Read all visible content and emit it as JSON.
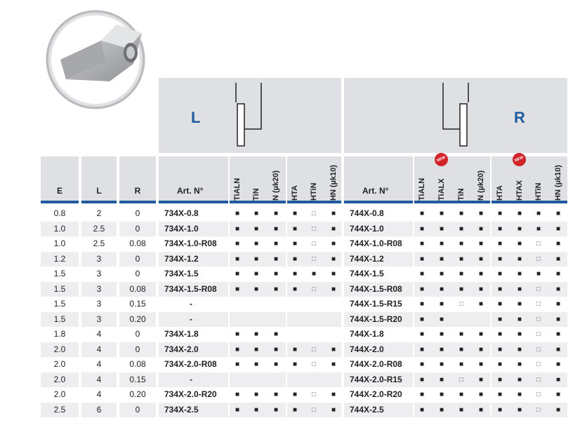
{
  "columns": {
    "e": "E",
    "l": "L",
    "r": "R",
    "art_left": "Art. N°",
    "art_right": "Art. N°"
  },
  "panels": {
    "left_letter": "L",
    "right_letter": "R"
  },
  "coatings_left": [
    "TiALN",
    "TiN",
    "N (µk20)",
    "HTA",
    "HTiN",
    "HN (µk10)"
  ],
  "coatings_right": [
    "TiALN",
    "TiALX",
    "TiN",
    "N (µk20)",
    "HTA",
    "HTAX",
    "HTiN",
    "HN (µk10)"
  ],
  "new_badge": "NEW",
  "marks": {
    "filled": "■",
    "open": "□"
  },
  "rows": [
    {
      "e": "0.8",
      "l": "2",
      "r": "0",
      "art_l": "734X-0.8",
      "left": "FFFFOF",
      "art_r": "744X-0.8",
      "right": "FFFFFFFF"
    },
    {
      "e": "1.0",
      "l": "2.5",
      "r": "0",
      "art_l": "734X-1.0",
      "left": "FFFFOF",
      "art_r": "744X-1.0",
      "right": "FFFFFFFF"
    },
    {
      "e": "1.0",
      "l": "2.5",
      "r": "0.08",
      "art_l": "734X-1.0-R08",
      "left": "FFFFOF",
      "art_r": "744X-1.0-R08",
      "right": "FFFFFFOF"
    },
    {
      "e": "1.2",
      "l": "3",
      "r": "0",
      "art_l": "734X-1.2",
      "left": "FFFFOF",
      "art_r": "744X-1.2",
      "right": "FFFFFFOF"
    },
    {
      "e": "1.5",
      "l": "3",
      "r": "0",
      "art_l": "734X-1.5",
      "left": "FFFFFF",
      "art_r": "744X-1.5",
      "right": "FFFFFFFF"
    },
    {
      "e": "1.5",
      "l": "3",
      "r": "0.08",
      "art_l": "734X-1.5-R08",
      "left": "FFFFOF",
      "art_r": "744X-1.5-R08",
      "right": "FFFFFFOF"
    },
    {
      "e": "1.5",
      "l": "3",
      "r": "0.15",
      "art_l": "-",
      "left": "------",
      "art_r": "744X-1.5-R15",
      "right": "FFOFFFOF"
    },
    {
      "e": "1.5",
      "l": "3",
      "r": "0.20",
      "art_l": "-",
      "left": "------",
      "art_r": "744X-1.5-R20",
      "right": "FF--FFOF"
    },
    {
      "e": "1.8",
      "l": "4",
      "r": "0",
      "art_l": "734X-1.8",
      "left": "FFF---",
      "art_r": "744X-1.8",
      "right": "FFFFFFOF"
    },
    {
      "e": "2.0",
      "l": "4",
      "r": "0",
      "art_l": "734X-2.0",
      "left": "FFFFOF",
      "art_r": "744X-2.0",
      "right": "FFFFFFOF"
    },
    {
      "e": "2.0",
      "l": "4",
      "r": "0.08",
      "art_l": "734X-2.0-R08",
      "left": "FFFFOF",
      "art_r": "744X-2.0-R08",
      "right": "FFFFFFOF"
    },
    {
      "e": "2.0",
      "l": "4",
      "r": "0.15",
      "art_l": "-",
      "left": "------",
      "art_r": "744X-2.0-R15",
      "right": "FFOFFFOF"
    },
    {
      "e": "2.0",
      "l": "4",
      "r": "0.20",
      "art_l": "734X-2.0-R20",
      "left": "FFFFOF",
      "art_r": "744X-2.0-R20",
      "right": "FFFFFFOF"
    },
    {
      "e": "2.5",
      "l": "6",
      "r": "0",
      "art_l": "734X-2.5",
      "left": "FFFFOF",
      "art_r": "744X-2.5",
      "right": "FFFFFFOF"
    }
  ],
  "colors": {
    "accent": "#1f5aa0",
    "badge": "#d2232a",
    "panel": "#dfe0e3"
  }
}
